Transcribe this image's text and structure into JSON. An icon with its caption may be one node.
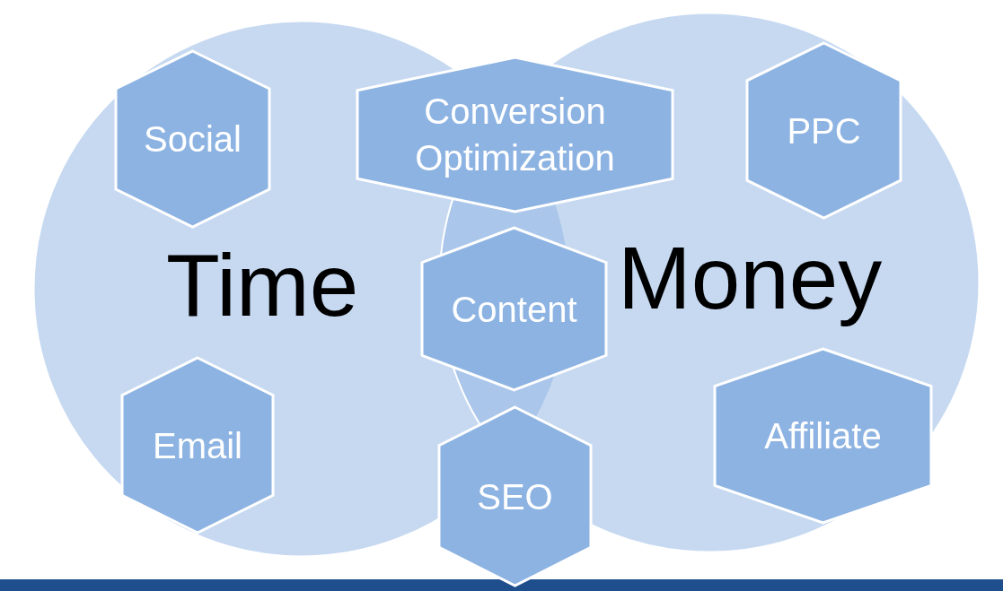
{
  "diagram": {
    "nodes": [
      {
        "text": [
          "Time"
        ]
      },
      {
        "text": [
          "Money"
        ]
      },
      {
        "text": [
          "Social"
        ],
        "in": 0
      },
      {
        "text": [
          "Conversion Optimization"
        ]
      },
      {
        "text": [
          "PPC"
        ],
        "in": 1
      },
      {
        "text": [
          "Content"
        ]
      },
      {
        "text": [
          "Email"
        ],
        "in": 0
      },
      {
        "text": [
          "Affiliate"
        ],
        "in": 1
      },
      {
        "text": [
          "SEO"
        ]
      }
    ]
  }
}
